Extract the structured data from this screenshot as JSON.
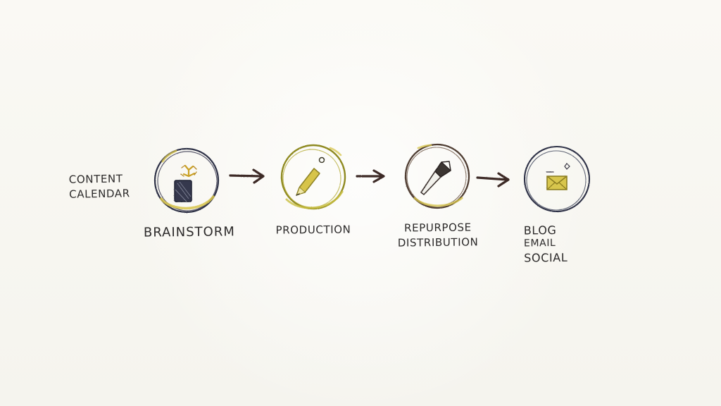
{
  "intro": {
    "line1": "CONTENT",
    "line2": "CALENDAR"
  },
  "steps": [
    {
      "lines": [
        "BRAINSTORM"
      ],
      "icon": "brainstorm-phone-idea-icon",
      "color": "#2f3046"
    },
    {
      "lines": [
        "PRODUCTION"
      ],
      "icon": "pencil-icon",
      "color": "#9a9528"
    },
    {
      "lines": [
        "REPURPOSE",
        "DISTRIBUTION"
      ],
      "icon": "fountain-pen-icon",
      "color": "#4f3c33"
    },
    {
      "lines": [
        "BLOG",
        "EMAIL",
        "SOCIAL"
      ],
      "icon": "envelope-icon",
      "color": "#2f3046"
    }
  ],
  "colors": {
    "ink": "#2c2a2a",
    "accent_yellow": "#d7c44a",
    "olive": "#9a9528",
    "arrow": "#3c2a27",
    "paper": "#f8f7f1"
  }
}
